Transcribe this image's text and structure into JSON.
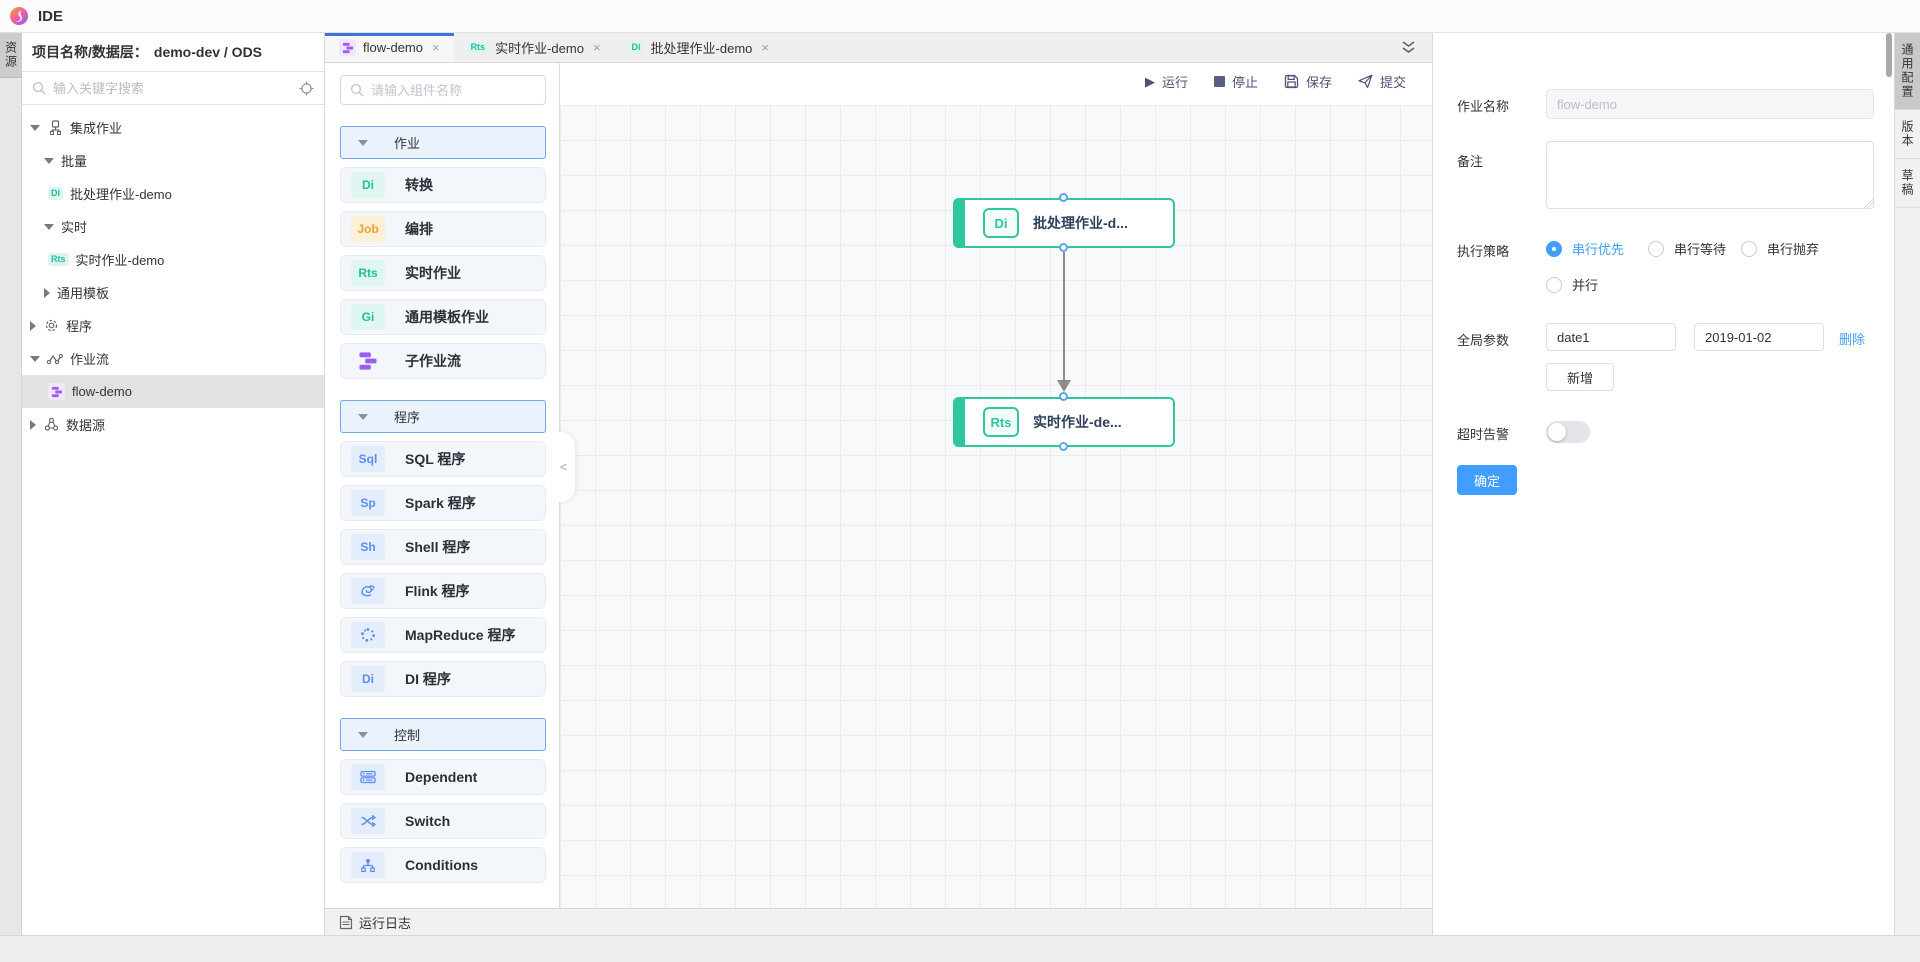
{
  "app": {
    "title": "IDE"
  },
  "glyphs": {
    "close": "×",
    "collapse_left": "<",
    "play": "▶"
  },
  "left_strip": {
    "tab_label": "资源"
  },
  "sidebar": {
    "project_label": "项目名称/数据层：",
    "project_value": "demo-dev / ODS",
    "search_placeholder": "输入关键字搜索",
    "tree": [
      {
        "label": "集成作业"
      },
      {
        "label": "批量"
      },
      {
        "label": "批处理作业-demo",
        "badge": "Di"
      },
      {
        "label": "实时"
      },
      {
        "label": "实时作业-demo",
        "badge": "Rts"
      },
      {
        "label": "通用模板"
      },
      {
        "label": "程序"
      },
      {
        "label": "作业流"
      },
      {
        "label": "flow-demo"
      },
      {
        "label": "数据源"
      }
    ]
  },
  "tabs": [
    {
      "label": "flow-demo"
    },
    {
      "label": "实时作业-demo",
      "badge": "Rts"
    },
    {
      "label": "批处理作业-demo",
      "badge": "Di"
    }
  ],
  "toolbar": {
    "run": "运行",
    "stop": "停止",
    "save": "保存",
    "submit": "提交"
  },
  "palette": {
    "search_placeholder": "请输入组件名称",
    "sections": [
      {
        "title": "作业",
        "items": [
          {
            "badge": "Di",
            "label": "转换"
          },
          {
            "badge": "Job",
            "label": "编排"
          },
          {
            "badge": "Rts",
            "label": "实时作业"
          },
          {
            "badge": "Gi",
            "label": "通用模板作业"
          },
          {
            "badge": "",
            "label": "子作业流"
          }
        ]
      },
      {
        "title": "程序",
        "items": [
          {
            "badge": "Sql",
            "label": "SQL 程序"
          },
          {
            "badge": "Sp",
            "label": "Spark 程序"
          },
          {
            "badge": "Sh",
            "label": "Shell 程序"
          },
          {
            "badge": "",
            "label": "Flink 程序"
          },
          {
            "badge": "",
            "label": "MapReduce 程序"
          },
          {
            "badge": "Di",
            "label": "DI 程序"
          }
        ]
      },
      {
        "title": "控制",
        "items": [
          {
            "badge": "",
            "label": "Dependent"
          },
          {
            "badge": "",
            "label": "Switch"
          },
          {
            "badge": "",
            "label": "Conditions"
          }
        ]
      }
    ]
  },
  "canvas": {
    "nodes": [
      {
        "badge": "Di",
        "label": "批处理作业-d..."
      },
      {
        "badge": "Rts",
        "label": "实时作业-de..."
      }
    ]
  },
  "bottom_bar": {
    "log_label": "运行日志"
  },
  "inspector": {
    "job_name_label": "作业名称",
    "job_name_value": "flow-demo",
    "remark_label": "备注",
    "strategy_label": "执行策略",
    "strategy_options": [
      {
        "label": "串行优先"
      },
      {
        "label": "串行等待"
      },
      {
        "label": "串行抛弃"
      },
      {
        "label": "并行"
      }
    ],
    "params_label": "全局参数",
    "param_name": "date1",
    "param_value": "2019-01-02",
    "delete_label": "删除",
    "add_label": "新增",
    "timeout_label": "超时告警",
    "confirm_label": "确定"
  },
  "right_strip": {
    "tabs": [
      {
        "label": "通用配置"
      },
      {
        "label": "版本"
      },
      {
        "label": "草稿"
      }
    ]
  },
  "colors": {
    "accent_blue": "#409eff",
    "node_green": "#2ec7a0",
    "tab_active_border": "#3d72d8"
  }
}
